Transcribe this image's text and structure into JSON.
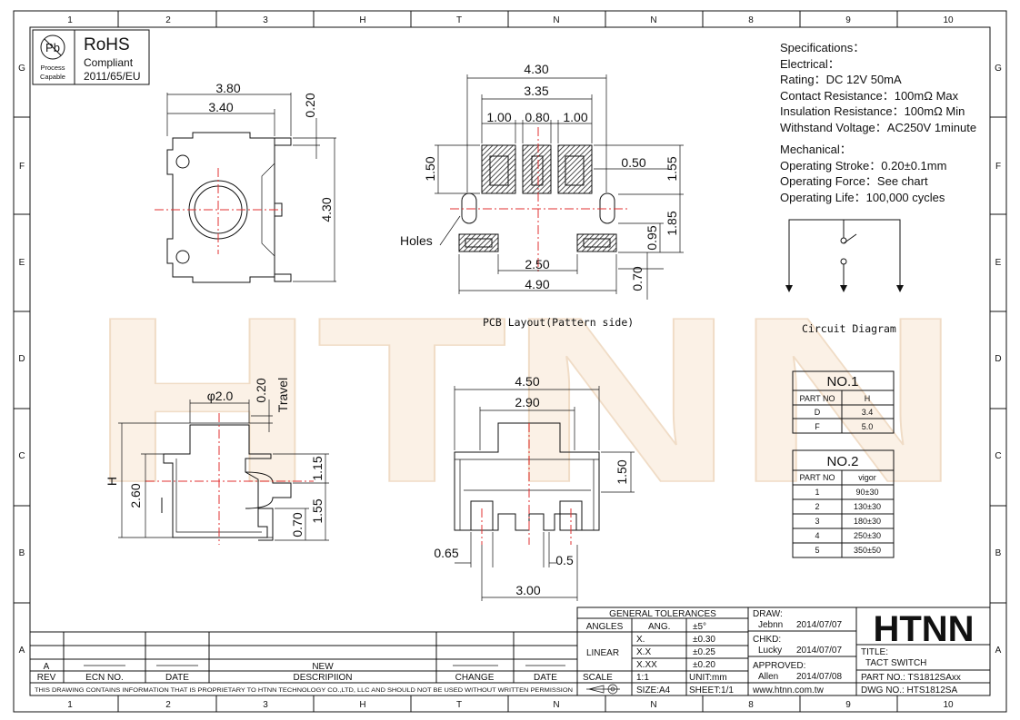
{
  "watermark": "HTNN",
  "grid": {
    "columns": [
      "1",
      "2",
      "3",
      "H",
      "T",
      "N",
      "N",
      "8",
      "9",
      "10"
    ],
    "rows": [
      "G",
      "F",
      "E",
      "D",
      "C",
      "B",
      "A"
    ]
  },
  "rohs": {
    "symbol": "Pb",
    "process_line1": "Process",
    "process_line2": "Capable",
    "title": "RoHS",
    "compliant": "Compliant",
    "directive": "2011/65/EU"
  },
  "specs": {
    "title": "Specifications：",
    "electrical_heading": "Electrical：",
    "rating": "Rating：DC 12V 50mA",
    "contact_resistance": "Contact Resistance：100mΩ Max",
    "insulation_resistance": "Insulation Resistance：100mΩ Min",
    "withstand_voltage": "Withstand Voltage：AC250V 1minute",
    "mechanical_heading": "Mechanical：",
    "operating_stroke": "Operating Stroke：0.20±0.1mm",
    "operating_force": "Operating Force：See chart",
    "operating_life": "Operating Life：100,000 cycles"
  },
  "top_view": {
    "dim_width_total": "3.80",
    "dim_width_body": "3.40",
    "dim_pin_thickness": "0.20",
    "dim_height": "4.30"
  },
  "pcb_layout": {
    "dim_total": "4.30",
    "dim_inner": "3.35",
    "dim_pad_left": "1.00",
    "dim_pad_mid": "0.80",
    "dim_pad_right": "1.00",
    "dim_pad_height": "1.50",
    "dim_hole": "0.50",
    "dim_right_upper": "1.55",
    "dim_right_lower": "1.85",
    "dim_small_pad": "0.95",
    "dim_pad_gap": "2.50",
    "dim_overall": "4.90",
    "dim_bottom": "0.70",
    "holes_label": "Holes",
    "caption": "PCB Layout(Pattern side)"
  },
  "side_view": {
    "dim_actuator": "φ2.0",
    "dim_travel": "0.20",
    "travel_label": "Travel",
    "h_label": "H",
    "dim_body_height": "2.60",
    "dim_upper": "1.15",
    "dim_lower": "1.55",
    "dim_bottom": "0.70"
  },
  "front_view": {
    "dim_width": "4.50",
    "dim_actuator": "2.90",
    "dim_height": "1.50",
    "dim_left_pin": "0.65",
    "dim_pin": "0.5",
    "dim_pitch": "3.00"
  },
  "circuit": {
    "caption": "Circuit Diagram"
  },
  "table1": {
    "title": "NO.1",
    "col1": "PART NO",
    "col2": "H",
    "rows": [
      {
        "part": "D",
        "value": "3.4"
      },
      {
        "part": "F",
        "value": "5.0"
      }
    ]
  },
  "table2": {
    "title": "NO.2",
    "col1": "PART NO",
    "col2": "vigor",
    "rows": [
      {
        "part": "1",
        "value": "90±30"
      },
      {
        "part": "2",
        "value": "130±30"
      },
      {
        "part": "3",
        "value": "180±30"
      },
      {
        "part": "4",
        "value": "250±30"
      },
      {
        "part": "5",
        "value": "350±50"
      }
    ]
  },
  "title_block": {
    "tolerances_title": "GENERAL TOLERANCES",
    "angles_label": "ANGLES",
    "ang_label": "ANG.",
    "ang_value": "±5°",
    "linear_label": "LINEAR",
    "x_label": "X.",
    "x_value": "±0.30",
    "xx_label": "X.X",
    "xx_value": "±0.25",
    "xxx_label": "X.XX",
    "xxx_value": "±0.20",
    "scale_label": "SCALE",
    "scale_value": "1:1",
    "unit": "UNIT:mm",
    "size": "SIZE:A4",
    "sheet": "SHEET:1/1",
    "draw_label": "DRAW:",
    "draw_name": "Jebnn",
    "draw_date": "2014/07/07",
    "chkd_label": "CHKD:",
    "chkd_name": "Lucky",
    "chkd_date": "2014/07/07",
    "approved_label": "APPROVED:",
    "approved_name": "Allen",
    "approved_date": "2014/07/08",
    "website": "www.htnn.com.tw",
    "company": "HTNN",
    "title_label": "TITLE:",
    "title_value": "TACT SWITCH",
    "part_no": "PART NO.: TS1812SAxx",
    "dwg_no": "DWG NO.: HTS1812SA"
  },
  "revision": {
    "rev_header": "REV",
    "ecn_header": "ECN NO.",
    "date_header": "DATE",
    "desc_header": "DESCRIPIION",
    "change_header": "CHANGE",
    "date2_header": "DATE",
    "rev_value": "A",
    "desc_value": "NEW",
    "disclaimer": "THIS DRAWING CONTAINS INFORMATION THAT IS PROPRIETARY TO HTNN TECHNOLOGY CO.,LTD, LLC AND SHOULD NOT BE USED WITHOUT WRITTEN PERMISSION"
  }
}
